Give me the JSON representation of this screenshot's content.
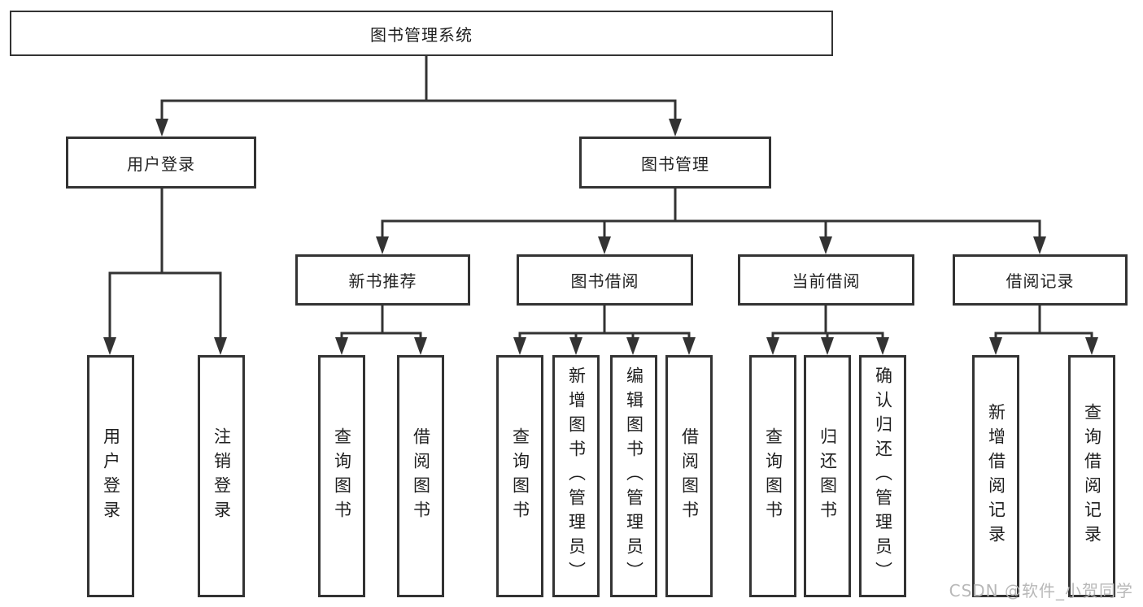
{
  "colors": {
    "line": "#333333",
    "text": "#1f1f1f",
    "bg": "#ffffff",
    "watermark": "#b8b8b8"
  },
  "watermark": "CSDN @软件_小贺同学",
  "tree": {
    "label": "图书管理系统",
    "children": [
      {
        "label": "用户登录",
        "children": [
          {
            "label": "用户登录"
          },
          {
            "label": "注销登录"
          }
        ]
      },
      {
        "label": "图书管理",
        "children": [
          {
            "label": "新书推荐",
            "children": [
              {
                "label": "查询图书"
              },
              {
                "label": "借阅图书"
              }
            ]
          },
          {
            "label": "图书借阅",
            "children": [
              {
                "label": "查询图书"
              },
              {
                "label": "新增图书（管理员）"
              },
              {
                "label": "编辑图书（管理员）"
              },
              {
                "label": "借阅图书"
              }
            ]
          },
          {
            "label": "当前借阅",
            "children": [
              {
                "label": "查询图书"
              },
              {
                "label": "归还图书"
              },
              {
                "label": "确认归还（管理员）"
              }
            ]
          },
          {
            "label": "借阅记录",
            "children": [
              {
                "label": "新增借阅记录"
              },
              {
                "label": "查询借阅记录"
              }
            ]
          }
        ]
      }
    ]
  }
}
